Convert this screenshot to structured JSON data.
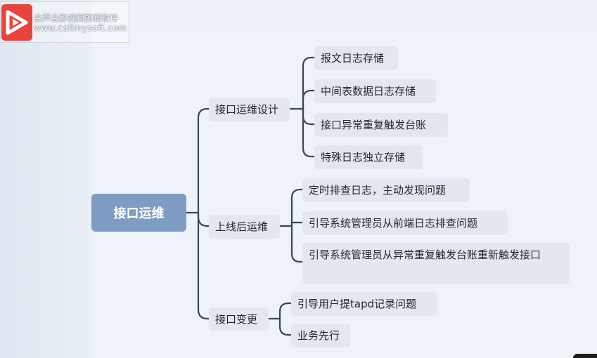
{
  "watermark": {
    "line1": "会声会影视频剪辑软件",
    "line2": "www.callmysoft.com"
  },
  "mindmap": {
    "root": "接口运维",
    "branches": [
      {
        "label": "接口运维设计",
        "children": [
          "报文日志存储",
          "中间表数据日志存储",
          "接口异常重复触发台账",
          "特殊日志独立存储"
        ]
      },
      {
        "label": "上线后运维",
        "children": [
          "定时排查日志，主动发现问题",
          "引导系统管理员从前端日志排查问题",
          "引导系统管理员从异常重复触发台账重新触发接口"
        ]
      },
      {
        "label": "接口变更",
        "children": [
          "引导用户提tapd记录问题",
          "业务先行"
        ]
      }
    ]
  },
  "colors": {
    "line": "#3c4657",
    "root_bg": "#7f9cc2",
    "node_bg": "#e3e8ef"
  }
}
